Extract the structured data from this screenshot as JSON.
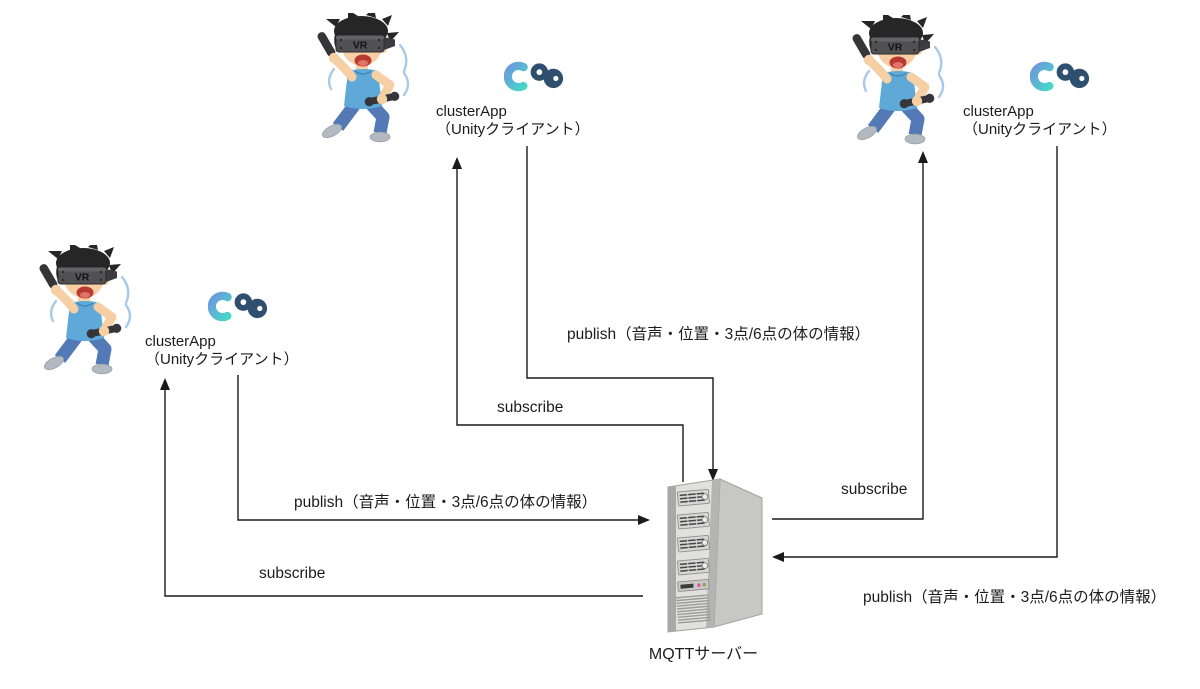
{
  "clients": [
    {
      "name": "clusterApp",
      "platform": "（Unityクライアント）"
    },
    {
      "name": "clusterApp",
      "platform": "（Unityクライアント）"
    },
    {
      "name": "clusterApp",
      "platform": "（Unityクライアント）"
    }
  ],
  "server": {
    "label": "MQTTサーバー"
  },
  "edges": {
    "publish_top": {
      "label": "publish（音声・位置・3点/6点の体の情報）"
    },
    "subscribe_top": {
      "label": "subscribe"
    },
    "publish_left": {
      "label": "publish（音声・位置・3点/6点の体の情報）"
    },
    "subscribe_left": {
      "label": "subscribe"
    },
    "publish_right": {
      "label": "publish（音声・位置・3点/6点の体の情報）"
    },
    "subscribe_right": {
      "label": "subscribe"
    }
  },
  "vr_badge": "VR",
  "icons": {
    "vr_person": "vr-user-illustration",
    "cluster_logo": "cluster-app-logo",
    "server": "tower-server-illustration"
  },
  "colors": {
    "line": "#1a1a1a",
    "text": "#1c1c1e",
    "logo_blue": "#6b9bdc",
    "logo_teal": "#43dcc8",
    "logo_navy": "#2f4f6e",
    "shirt_blue": "#5ea9d8",
    "pants_blue": "#5379b6",
    "server_gray": "#e0e0de"
  }
}
